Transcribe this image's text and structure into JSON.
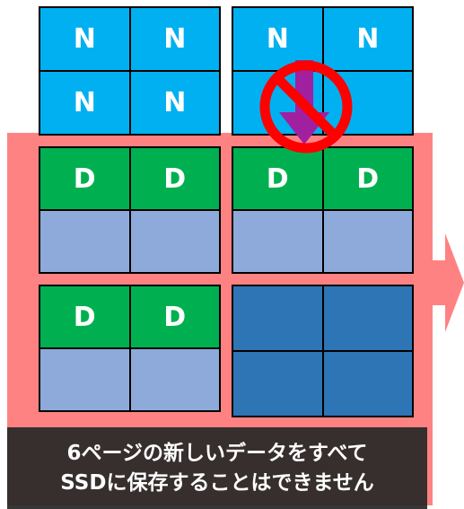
{
  "blocks": {
    "top_left": {
      "cells": [
        "N",
        "N",
        "N",
        "N"
      ]
    },
    "top_right": {
      "cells": [
        "N",
        "N",
        "",
        ""
      ]
    },
    "mid_left": {
      "cells": [
        "D",
        "D",
        "",
        ""
      ]
    },
    "mid_right": {
      "cells": [
        "D",
        "D",
        "",
        ""
      ]
    },
    "low_left": {
      "cells": [
        "D",
        "D",
        "",
        ""
      ]
    },
    "low_right": {
      "cells": [
        "",
        "",
        "",
        ""
      ]
    }
  },
  "caption": {
    "line1": "6ページの新しいデータをすべて",
    "line2": "SSDに保存することはできません"
  },
  "colors": {
    "new_page": "#00b0f0",
    "valid_data": "#00b050",
    "free_page": "#8eaadb",
    "old_block": "#2e75b6",
    "ssd_area": "#ff8282",
    "prohibit": "#ff0000",
    "write_arrow": "#a020a0"
  },
  "icons": {
    "prohibit": "prohibit-icon",
    "write_arrow": "down-arrow-icon",
    "output_arrow": "right-arrow-icon"
  }
}
